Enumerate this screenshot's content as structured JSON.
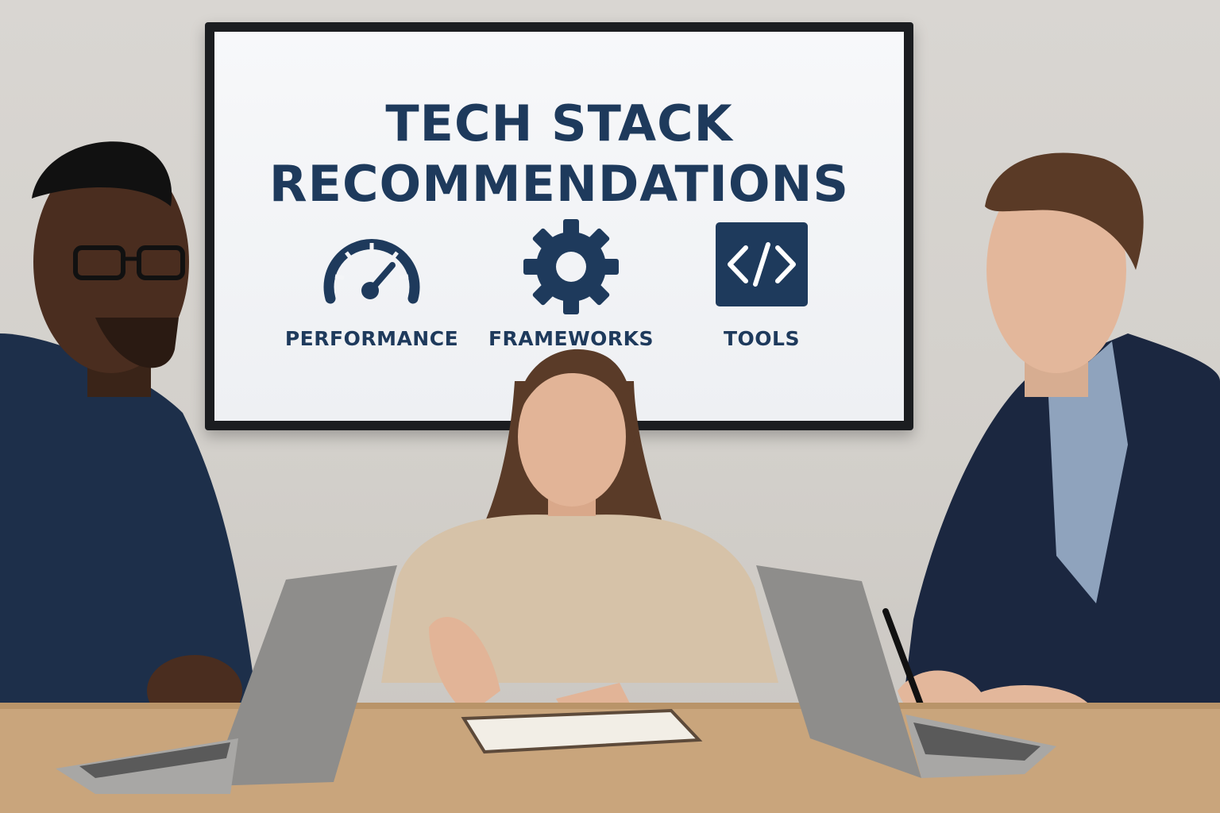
{
  "screen": {
    "title_line1": "TECH STACK",
    "title_line2": "RECOMMENDATIONS",
    "features": [
      {
        "label": "PERFORMANCE",
        "icon": "speedometer-icon"
      },
      {
        "label": "FRAMEWORKS",
        "icon": "gear-icon"
      },
      {
        "label": "TOOLS",
        "icon": "code-icon"
      }
    ]
  },
  "colors": {
    "screen_text": "#1e3a5c",
    "wall": "#d6d3ce",
    "table": "#c9a57c"
  }
}
